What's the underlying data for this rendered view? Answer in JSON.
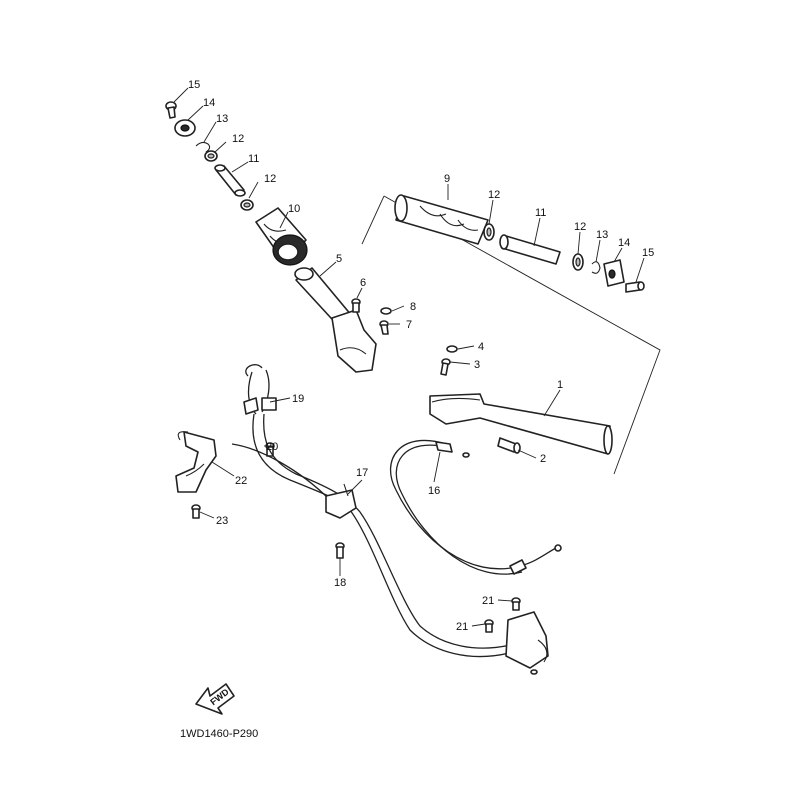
{
  "diagram_code": "1WD1460-P290",
  "fwd_label": "FWD",
  "callouts": {
    "c15a": "15",
    "c14a": "14",
    "c13a": "13",
    "c12a": "12",
    "c11a": "11",
    "c12b": "12",
    "c10": "10",
    "c5": "5",
    "c6": "6",
    "c8": "8",
    "c7": "7",
    "c9": "9",
    "c12c": "12",
    "c11b": "11",
    "c12d": "12",
    "c13b": "13",
    "c14b": "14",
    "c15b": "15",
    "c4": "4",
    "c3": "3",
    "c1": "1",
    "c2": "2",
    "c16": "16",
    "c19": "19",
    "c20": "20",
    "c22": "22",
    "c23": "23",
    "c17": "17",
    "c18": "18",
    "c21a": "21",
    "c21b": "21"
  }
}
